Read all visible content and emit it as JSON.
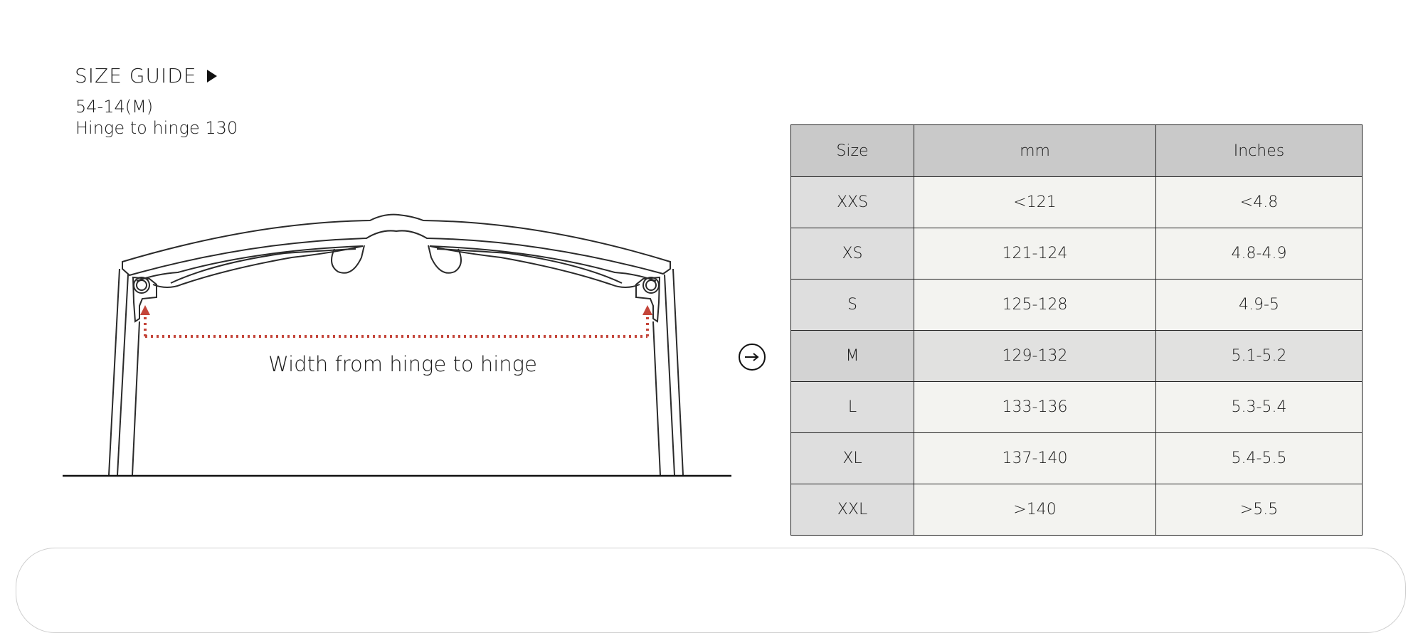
{
  "header": {
    "title": "SIZE GUIDE",
    "frame_size": "54-14(M)",
    "hinge_to_hinge": "Hinge to hinge 130"
  },
  "illustration": {
    "caption": "Width from hinge to hinge",
    "accent_color": "#c4453a"
  },
  "table": {
    "headers": [
      "Size",
      "mm",
      "Inches"
    ],
    "highlighted_size": "M",
    "rows": [
      {
        "size": "XXS",
        "mm": "<121",
        "inches": "<4.8"
      },
      {
        "size": "XS",
        "mm": "121-124",
        "inches": "4.8-4.9"
      },
      {
        "size": "S",
        "mm": "125-128",
        "inches": "4.9-5"
      },
      {
        "size": "M",
        "mm": "129-132",
        "inches": "5.1-5.2"
      },
      {
        "size": "L",
        "mm": "133-136",
        "inches": "5.3-5.4"
      },
      {
        "size": "XL",
        "mm": "137-140",
        "inches": "5.4-5.5"
      },
      {
        "size": "XXL",
        "mm": ">140",
        "inches": ">5.5"
      }
    ]
  }
}
